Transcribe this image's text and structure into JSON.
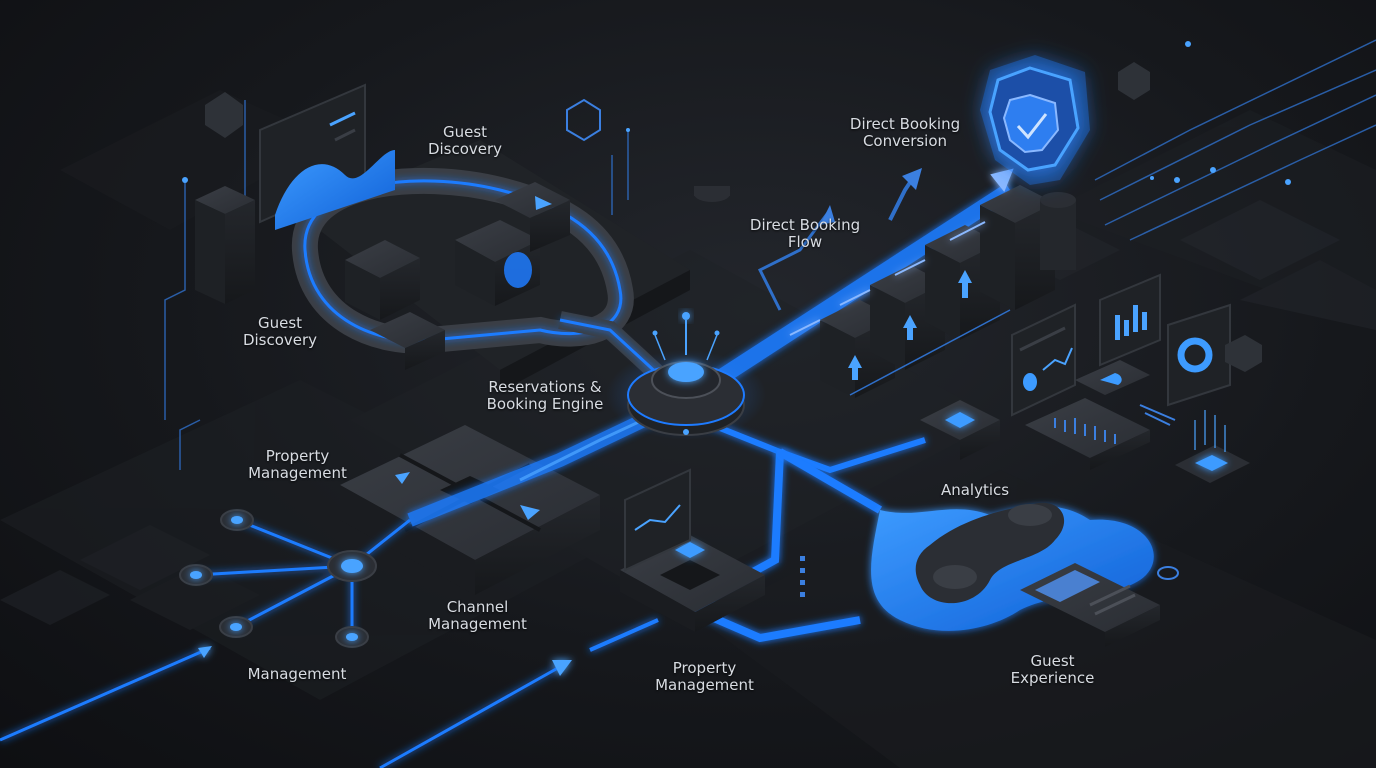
{
  "colors": {
    "accent": "#1e7bff",
    "accent_glow": "#4aa3ff",
    "surface": "#2b2e34",
    "surface_dark": "#1c1e22",
    "text": "#d8dce2"
  },
  "labels": {
    "guest_discovery_top": [
      "Guest",
      "Discovery"
    ],
    "guest_discovery_left": [
      "Guest",
      "Discovery"
    ],
    "direct_booking_conversion": [
      "Direct Booking",
      "Conversion"
    ],
    "direct_booking_flow": [
      "Direct Booking",
      "Flow"
    ],
    "reservations_booking_engine": [
      "Reservations &",
      "Booking Engine"
    ],
    "property_management_left": [
      "Property",
      "Management"
    ],
    "analytics": [
      "Analytics"
    ],
    "channel_management": [
      "Channel",
      "Management"
    ],
    "management": [
      "Management"
    ],
    "property_management_bottom": [
      "Property",
      "Management"
    ],
    "guest_experience": [
      "Guest",
      "Experience"
    ]
  },
  "icons": {
    "shield": "shield-check-icon",
    "hub": "central-hub-icon",
    "arrows": "up-arrow-icon",
    "charts": "bar-chart-icon"
  }
}
